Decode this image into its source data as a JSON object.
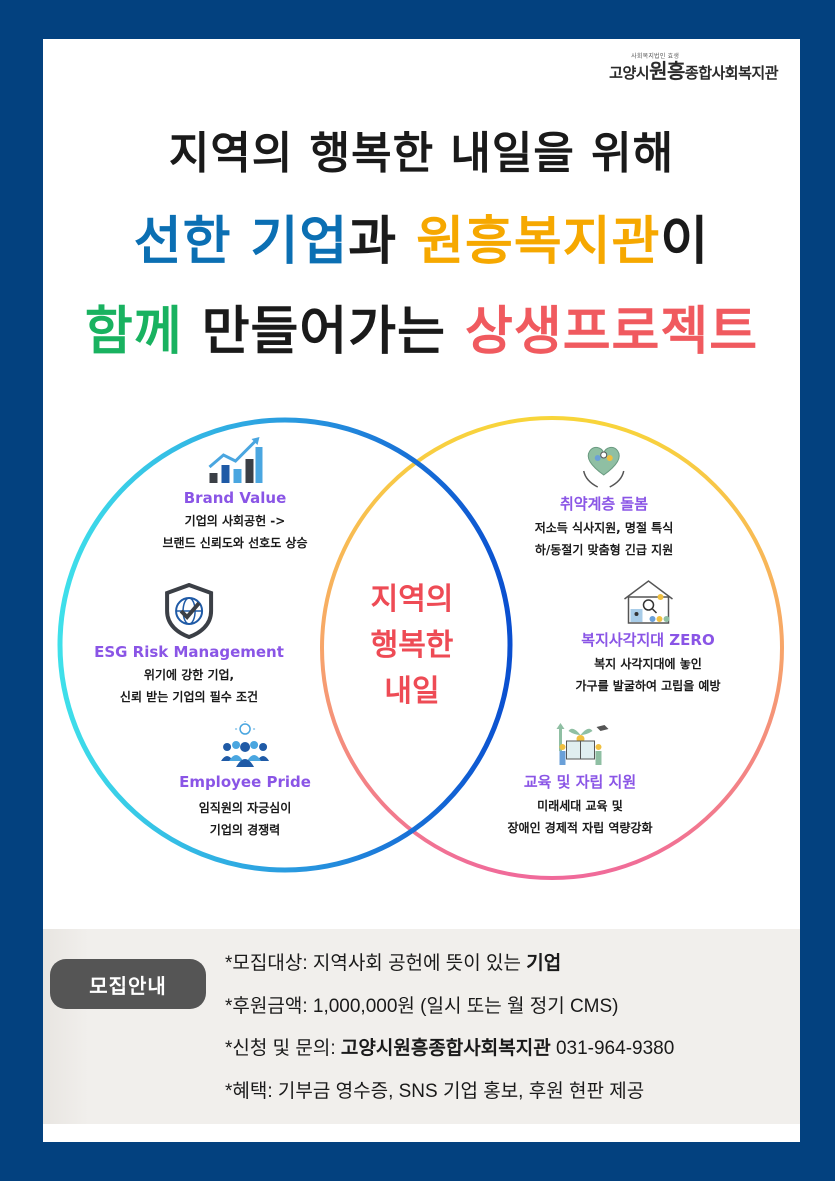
{
  "colors": {
    "frame_bg": "#03417f",
    "panel_bg": "#ffffff",
    "blue_text": "#0b6fb3",
    "orange_text": "#f6a800",
    "green_text": "#19b260",
    "red_text": "#f05a5f",
    "purple_title": "#8a55e6",
    "center_red": "#ee4b55",
    "badge_bg": "#555555",
    "info_bg": "#f1efec"
  },
  "logo": {
    "small": "사회복지법인 효생",
    "prefix": "고양시",
    "highlight": "원흥",
    "suffix": "종합사회복지관"
  },
  "headline": {
    "line1": "지역의 행복한 내일을 위해",
    "line2": {
      "part1": "선한 기업",
      "part2": "과 ",
      "part3": "원흥복지관",
      "part4": "이"
    },
    "line3": {
      "part1": "함께",
      "part2": " 만들어가는 ",
      "part3": "상생프로젝트"
    }
  },
  "venn": {
    "center_text": [
      "지역의",
      "행복한",
      "내일"
    ],
    "left_items": [
      {
        "icon": "chart-growth-icon",
        "title": "Brand Value",
        "desc": [
          "기업의 사회공헌 ->",
          "브랜드 신뢰도와 선호도 상승"
        ]
      },
      {
        "icon": "shield-globe-check-icon",
        "title": "ESG Risk Management",
        "desc": [
          "위기에 강한 기업,",
          "신뢰 받는 기업의 필수 조건"
        ]
      },
      {
        "icon": "team-lightbulb-icon",
        "title": "Employee Pride",
        "desc": [
          "임직원의 자긍심이",
          "기업의 경쟁력"
        ]
      }
    ],
    "right_items": [
      {
        "icon": "heart-hands-family-icon",
        "title": "취약계층 돌봄",
        "desc": [
          "저소득 식사지원, 명절 특식",
          "하/동절기 맞춤형 긴급 지원"
        ]
      },
      {
        "icon": "house-search-people-icon",
        "title": "복지사각지대 ZERO",
        "desc": [
          "복지 사각지대에 놓인",
          "가구를 발굴하여 고립을 예방"
        ]
      },
      {
        "icon": "book-growth-education-icon",
        "title": "교육 및 자립 지원",
        "desc": [
          "미래세대 교육 및",
          "장애인 경제적 자립 역량강화"
        ]
      }
    ]
  },
  "info": {
    "badge": "모집안내",
    "lines": [
      {
        "label": "*모집대상: 지역사회 공헌에 뜻이 있는 ",
        "bold": "기업",
        "after": ""
      },
      {
        "label": "*후원금액: 1,000,000원 (일시 또는 월 정기 CMS)",
        "bold": "",
        "after": ""
      },
      {
        "label": "*신청 및 문의: ",
        "bold": "고양시원흥종합사회복지관",
        "after": " 031-964-9380"
      },
      {
        "label": "*혜택: 기부금 영수증, SNS 기업 홍보, 후원 현판 제공",
        "bold": "",
        "after": ""
      }
    ]
  }
}
